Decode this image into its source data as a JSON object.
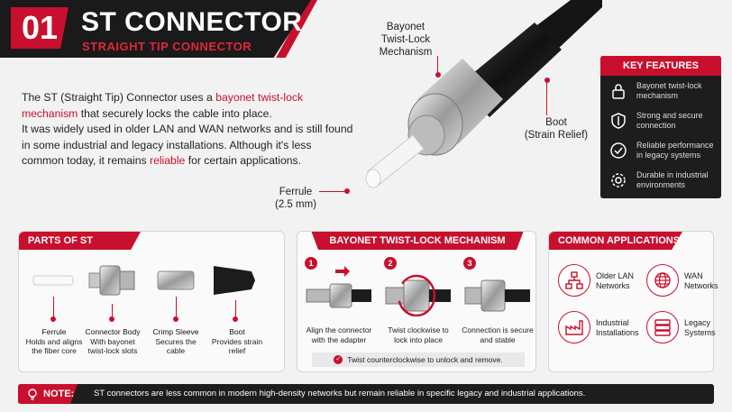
{
  "header": {
    "number": "01",
    "title": "ST CONNECTOR",
    "subtitle": "STRAIGHT TIP CONNECTOR"
  },
  "intro": {
    "p1_a": "The ST (Straight Tip) Connector uses a ",
    "p1_hl": "bayonet twist-lock mechanism",
    "p1_b": " that securely locks the cable into place.",
    "p2": "It was widely used in older LAN and WAN networks and is still found in some industrial and legacy installations. Although it's less common today, it remains ",
    "p2_hl": "reliable",
    "p2_b": " for certain applications."
  },
  "callouts": {
    "bayonet_1": "Bayonet",
    "bayonet_2": "Twist-Lock",
    "bayonet_3": "Mechanism",
    "boot_1": "Boot",
    "boot_2": "(Strain Relief)",
    "ferrule_1": "Ferrule",
    "ferrule_2": "(2.5 mm)"
  },
  "key_features": {
    "title": "KEY FEATURES",
    "items": [
      {
        "icon": "lock-icon",
        "text": "Bayonet twist-lock mechanism"
      },
      {
        "icon": "shield-icon",
        "text": "Strong and secure connection"
      },
      {
        "icon": "check-circle-icon",
        "text": "Reliable performance in legacy systems"
      },
      {
        "icon": "gear-icon",
        "text": "Durable in industrial environments"
      }
    ]
  },
  "parts": {
    "title": "PARTS OF ST CONNECTOR",
    "items": [
      {
        "name": "Ferrule",
        "desc": "Holds and aligns the fiber core"
      },
      {
        "name": "Connector Body",
        "desc": "With bayonet twist-lock slots"
      },
      {
        "name": "Crimp Sleeve",
        "desc": "Secures the cable"
      },
      {
        "name": "Boot",
        "desc": "Provides strain relief"
      }
    ]
  },
  "mechanism": {
    "title": "BAYONET TWIST-LOCK MECHANISM",
    "steps": [
      {
        "num": "1",
        "text": "Align the connector with the adapter"
      },
      {
        "num": "2",
        "text": "Twist clockwise to lock into place"
      },
      {
        "num": "3",
        "text": "Connection is secure and stable"
      }
    ],
    "footer": "Twist counterclockwise to unlock and remove."
  },
  "applications": {
    "title": "COMMON APPLICATIONS",
    "items": [
      {
        "icon": "network-icon",
        "text": "Older LAN Networks"
      },
      {
        "icon": "globe-icon",
        "text": "WAN Networks"
      },
      {
        "icon": "factory-icon",
        "text": "Industrial Installations"
      },
      {
        "icon": "server-icon",
        "text": "Legacy Systems"
      }
    ]
  },
  "note": {
    "label": "NOTE:",
    "text": "ST connectors are less common in modern high-density networks but remain reliable in specific legacy and industrial applications."
  },
  "colors": {
    "accent": "#c8102e",
    "dark": "#1d1d1d",
    "background": "#f2f2f2"
  }
}
